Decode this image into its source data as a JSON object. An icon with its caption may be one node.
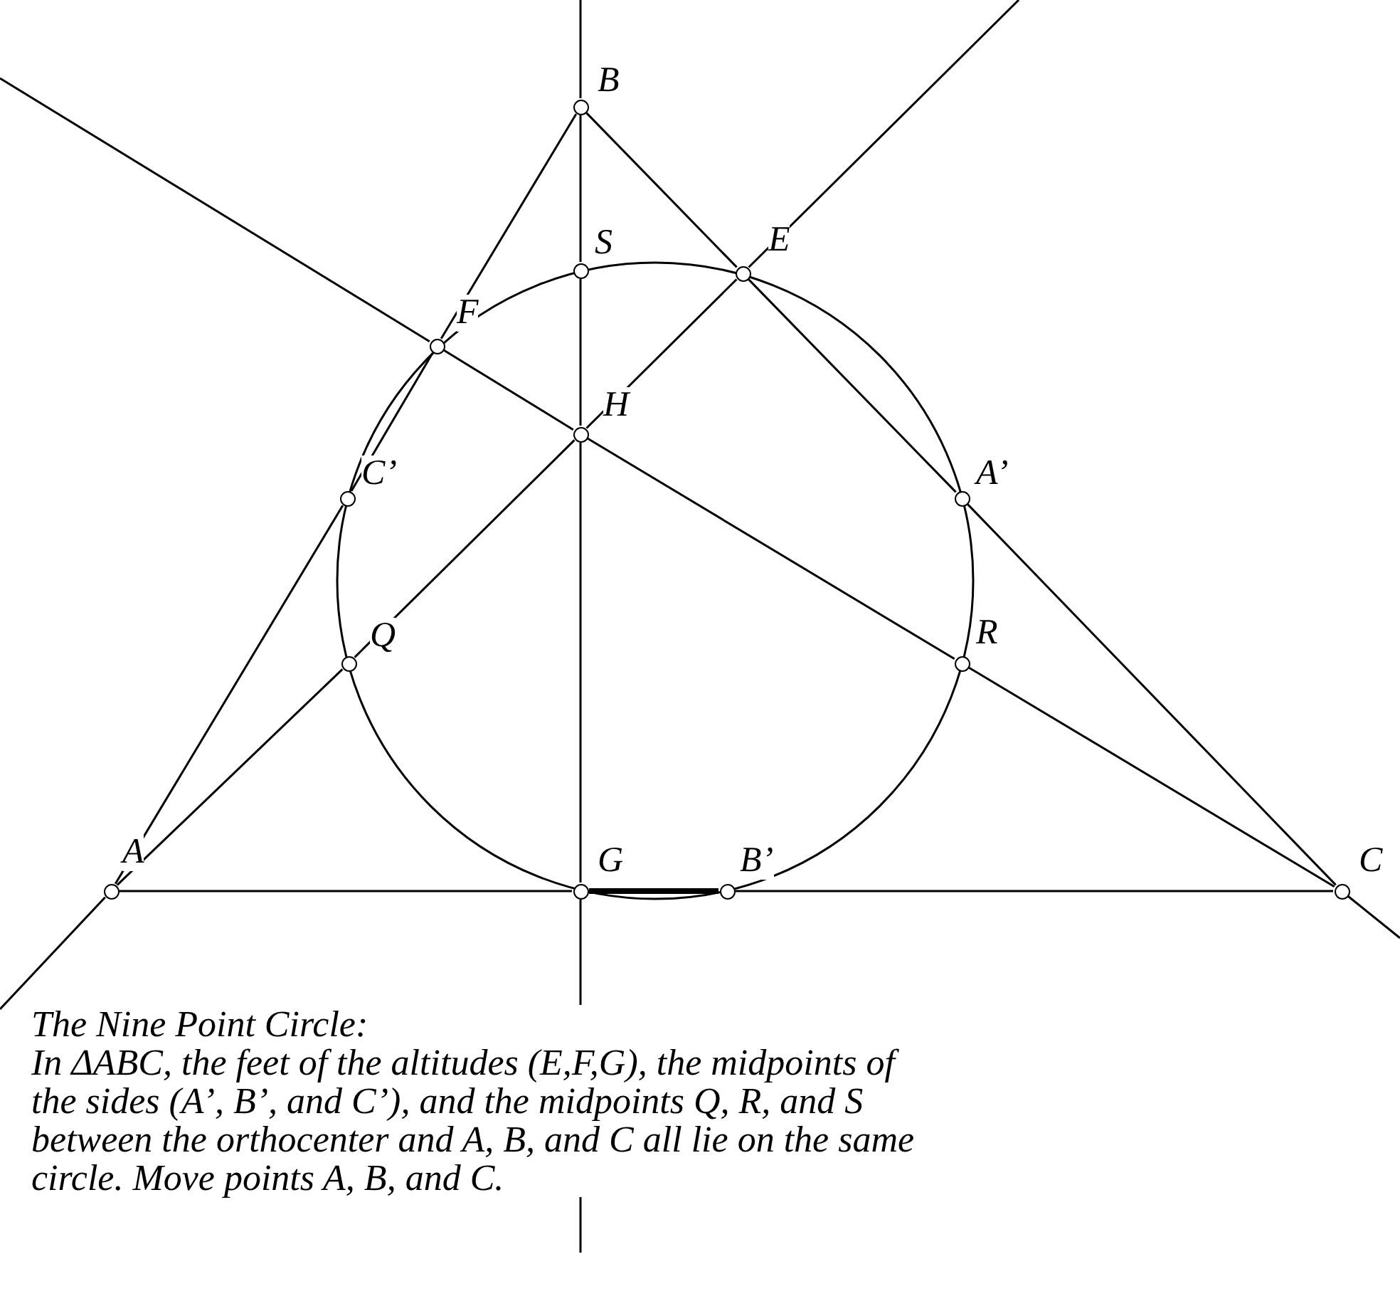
{
  "diagram": {
    "title": "The Nine Point Circle:",
    "nodes": [
      {
        "text": [],
        "shape": "circle",
        "beside": [
          "B"
        ]
      },
      {
        "text": [],
        "shape": "circle",
        "beside": [
          "S"
        ]
      },
      {
        "text": [],
        "shape": "circle",
        "beside": [
          "E"
        ]
      },
      {
        "text": [],
        "shape": "circle",
        "beside": [
          "F"
        ]
      },
      {
        "text": [],
        "shape": "circle",
        "beside": [
          "H"
        ]
      },
      {
        "text": [],
        "shape": "circle",
        "beside": [
          "C’"
        ]
      },
      {
        "text": [],
        "shape": "circle",
        "beside": [
          "A’"
        ]
      },
      {
        "text": [],
        "shape": "circle",
        "beside": [
          "Q"
        ]
      },
      {
        "text": [],
        "shape": "circle",
        "beside": [
          "R"
        ]
      },
      {
        "text": [],
        "shape": "circle",
        "beside": [
          "A"
        ]
      },
      {
        "text": [],
        "shape": "circle",
        "beside": [
          "G"
        ]
      },
      {
        "text": [],
        "shape": "circle",
        "beside": [
          "B’"
        ]
      },
      {
        "text": [],
        "shape": "circle",
        "beside": [
          "C"
        ]
      }
    ],
    "edges": [
      {
        "from": null,
        "to": 0,
        "arrow": "none"
      },
      {
        "from": 0,
        "to": 1,
        "arrow": "none"
      },
      {
        "from": 1,
        "to": 4,
        "arrow": "none"
      },
      {
        "from": 4,
        "to": 10,
        "arrow": "none"
      },
      {
        "from": 10,
        "to": null,
        "arrow": "none"
      },
      {
        "from": null,
        "to": 3,
        "arrow": "none"
      },
      {
        "from": 3,
        "to": 4,
        "arrow": "none"
      },
      {
        "from": 4,
        "to": 8,
        "arrow": "none"
      },
      {
        "from": 8,
        "to": 12,
        "arrow": "none"
      },
      {
        "from": 12,
        "to": null,
        "arrow": "none"
      },
      {
        "from": null,
        "to": 9,
        "arrow": "none"
      },
      {
        "from": 9,
        "to": 7,
        "arrow": "none"
      },
      {
        "from": 7,
        "to": 4,
        "arrow": "none"
      },
      {
        "from": 4,
        "to": 2,
        "arrow": "none"
      },
      {
        "from": 2,
        "to": null,
        "arrow": "none"
      },
      {
        "from": 9,
        "to": 5,
        "arrow": "none"
      },
      {
        "from": 5,
        "to": 3,
        "arrow": "none"
      },
      {
        "from": 3,
        "to": 0,
        "arrow": "none"
      },
      {
        "from": 0,
        "to": 2,
        "arrow": "none"
      },
      {
        "from": 2,
        "to": 6,
        "arrow": "none"
      },
      {
        "from": 6,
        "to": 12,
        "arrow": "none"
      },
      {
        "from": 9,
        "to": 10,
        "arrow": "none"
      },
      {
        "from": 10,
        "to": 11,
        "arrow": "none",
        "style": "thick"
      },
      {
        "from": 11,
        "to": 12,
        "arrow": "none"
      }
    ],
    "labels": [
      "In ΔABC, the feet of the altitudes (E,F,G), the midpoints of the sides (A’, B’, and C’), and the midpoints Q, R, and S between the orthocenter and A, B, and C all lie on the same circle. Move points A, B, and C."
    ]
  }
}
